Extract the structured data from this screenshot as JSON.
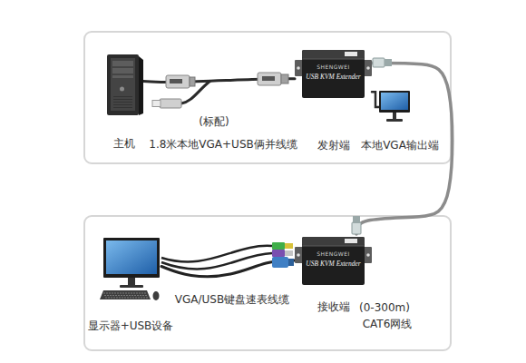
{
  "diagram": {
    "nodes": [
      {
        "text": [
          "主机"
        ]
      },
      {
        "text": [
          "SHENGWEI",
          "USB KVM Extender",
          "发射端"
        ]
      },
      {
        "text": [
          "本地VGA输出端"
        ]
      },
      {
        "text": [
          "显示器+USB设备"
        ]
      },
      {
        "text": [
          "SHENGWEI",
          "USB KVM Extender",
          "接收端"
        ]
      }
    ],
    "edges": [
      {
        "from": 0,
        "to": 1,
        "arrow": "none"
      },
      {
        "from": 1,
        "to": 2,
        "arrow": "none"
      },
      {
        "from": 1,
        "to": 4,
        "arrow": "none"
      },
      {
        "from": 4,
        "to": 3,
        "arrow": "none"
      }
    ],
    "labels": [
      "(标配)",
      "1.8米本地VGA+USB俩并线缆",
      "VGA/USB键盘速表线缆",
      "(0-300m)",
      "CAT6网线"
    ]
  }
}
